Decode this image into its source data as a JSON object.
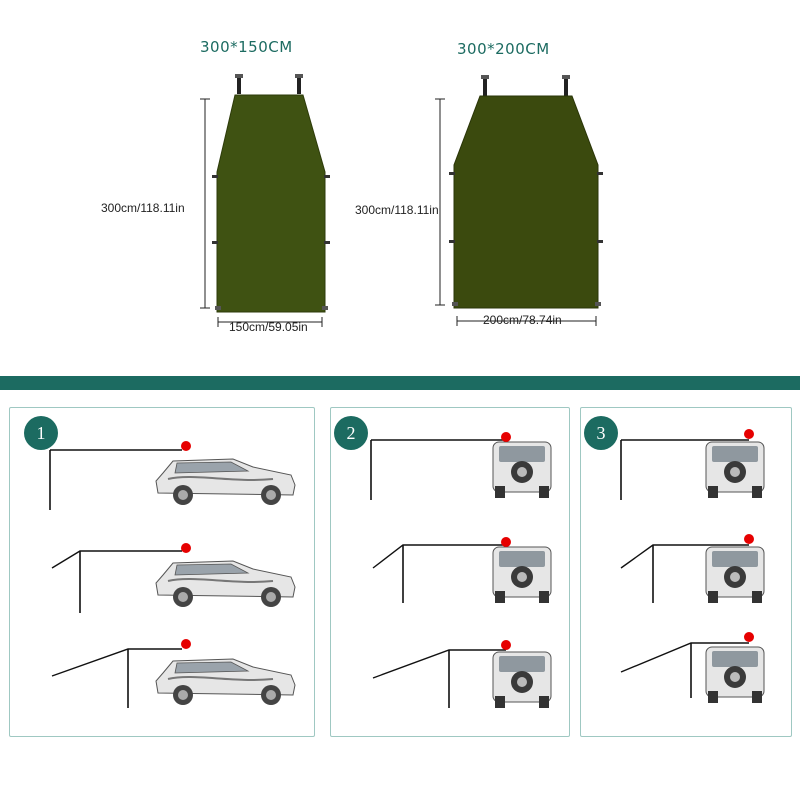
{
  "colors": {
    "teal": "#1c6b61",
    "tarp_green": "#3b4a0e",
    "divider": "#1c6b61",
    "red_dot": "#e60000",
    "panel_border": "#9fc8c2"
  },
  "tarps": [
    {
      "title": "300*150CM",
      "height_label": "300cm/118.11in",
      "width_label": "150cm/59.05in"
    },
    {
      "title": "300*200CM",
      "height_label": "300cm/118.11in",
      "width_label": "200cm/78.74in"
    }
  ],
  "panels": [
    {
      "number": "1",
      "view": "side-suv",
      "setups": [
        "flat-awning",
        "sloped-awning-front-pole",
        "sloped-awning-two-poles"
      ]
    },
    {
      "number": "2",
      "view": "rear-suv",
      "setups": [
        "flat-awning",
        "sloped-awning-front-pole",
        "sloped-awning-two-poles"
      ]
    },
    {
      "number": "3",
      "view": "rear-suv",
      "setups": [
        "flat-awning",
        "sloped-awning-front-pole",
        "sloped-awning-two-poles"
      ]
    }
  ]
}
